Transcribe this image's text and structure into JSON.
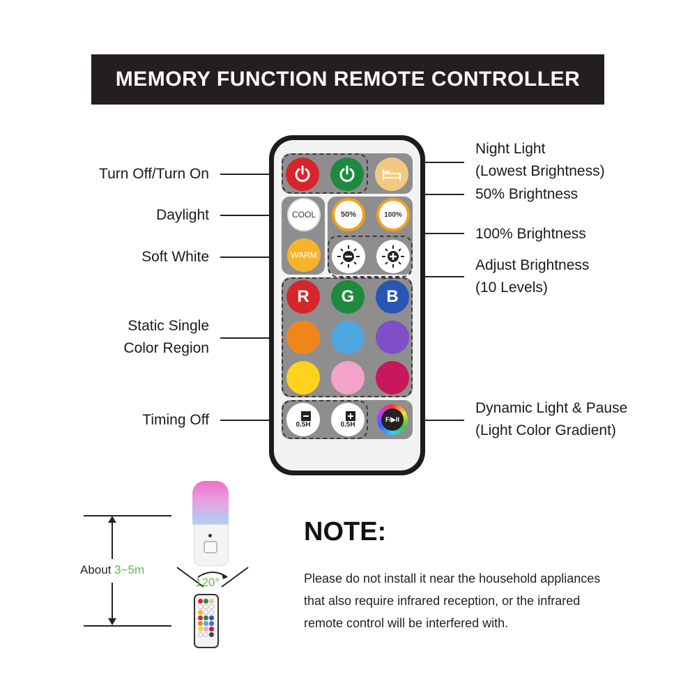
{
  "title": "MEMORY FUNCTION REMOTE CONTROLLER",
  "left_labels": {
    "turn_off_on": "Turn Off/Turn On",
    "daylight": "Daylight",
    "soft_white": "Soft White",
    "static_single_1": "Static Single",
    "static_single_2": "Color Region",
    "timing_off": "Timing Off"
  },
  "right_labels": {
    "night_light_1": "Night Light",
    "night_light_2": "(Lowest Brightness)",
    "brightness_50": "50% Brightness",
    "brightness_100": "100% Brightness",
    "adjust_1": "Adjust Brightness",
    "adjust_2": "(10 Levels)",
    "dynamic_1": "Dynamic Light & Pause",
    "dynamic_2": "(Light Color Gradient)"
  },
  "buttons": {
    "cool": "COOL",
    "warm": "WARM",
    "b50": "50%",
    "b100": "100%",
    "r": "R",
    "g": "G",
    "b": "B",
    "timer_minus": "0.5H",
    "timer_plus": "0.5H",
    "dynamic": "F/▶II"
  },
  "colors": {
    "banner_bg": "#231f20",
    "red_button": "#d6262b",
    "green_button": "#1e8a3e",
    "blue_button": "#2a56b3",
    "orange": "#f0861a",
    "sky": "#4fa7e0",
    "purple": "#7e4fc7",
    "yellow": "#ffd21e",
    "pink": "#f2a3c7",
    "magenta": "#c8175a",
    "warm": "#f7b32b",
    "night_light": "#f3c982",
    "range_label_accent": "#63b94a"
  },
  "distance": {
    "prefix": "About ",
    "range": "3~5m",
    "angle": "120°"
  },
  "note": {
    "heading": "NOTE:",
    "line1": "Please do not install it near the household appliances",
    "line2": "that also require infrared reception, or the infrared",
    "line3": "remote control will be interfered with."
  }
}
